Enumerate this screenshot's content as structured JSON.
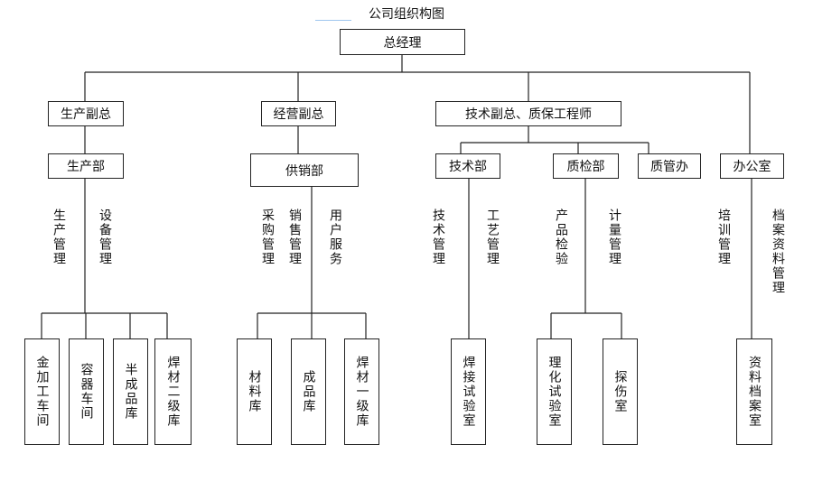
{
  "title": "公司组织构图",
  "top": "总经理",
  "level2": [
    "生产副总",
    "经营副总",
    "技术副总、质保工程师"
  ],
  "departments": [
    "生产部",
    "供销部",
    "技术部",
    "质检部",
    "质管办",
    "办公室"
  ],
  "functions": {
    "production": [
      "生产管理",
      "设备管理"
    ],
    "sales": [
      "采购管理",
      "销售管理",
      "用户服务"
    ],
    "tech": [
      "技术管理",
      "工艺管理"
    ],
    "qc": [
      "产品检验",
      "计量管理"
    ],
    "office": [
      "培训管理",
      "档案资料管理"
    ]
  },
  "units": {
    "production": [
      "金加工车间",
      "容器车间",
      "半成品库",
      "焊材二级库"
    ],
    "sales": [
      "材料库",
      "成品库",
      "焊材一级库"
    ],
    "tech": [
      "焊接试验室"
    ],
    "qc": [
      "理化试验室",
      "探伤室"
    ],
    "office": [
      "资料档案室"
    ]
  }
}
